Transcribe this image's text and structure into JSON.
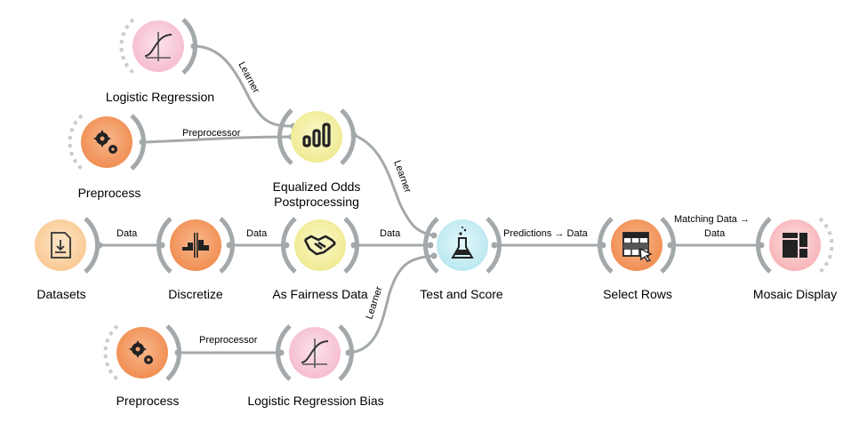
{
  "widgets": {
    "logistic_regression": {
      "label": "Logistic Regression",
      "icon": "logistic-curve-icon",
      "color": "#f7c9d6"
    },
    "preprocess_top": {
      "label": "Preprocess",
      "icon": "gears-icon",
      "color": "#f4a06b"
    },
    "equalized_odds": {
      "label": "Equalized Odds\nPostprocessing",
      "icon": "bar-chart-icon",
      "color": "#f3f0a8"
    },
    "datasets": {
      "label": "Datasets",
      "icon": "file-download-icon",
      "color": "#fcd3a4"
    },
    "discretize": {
      "label": "Discretize",
      "icon": "discretize-icon",
      "color": "#f4a06b"
    },
    "as_fairness_data": {
      "label": "As Fairness Data",
      "icon": "handshake-icon",
      "color": "#f3f0a8"
    },
    "test_and_score": {
      "label": "Test and Score",
      "icon": "flask-icon",
      "color": "#c8eef4"
    },
    "select_rows": {
      "label": "Select Rows",
      "icon": "select-rows-icon",
      "color": "#f4a06b"
    },
    "mosaic_display": {
      "label": "Mosaic Display",
      "icon": "mosaic-icon",
      "color": "#f9c6c8"
    },
    "preprocess_bottom": {
      "label": "Preprocess",
      "icon": "gears-icon",
      "color": "#f4a06b"
    },
    "logistic_regression_bias": {
      "label": "Logistic Regression Bias",
      "icon": "logistic-curve-icon",
      "color": "#f7c9d6"
    }
  },
  "links": {
    "lr_to_eo": "Learner",
    "pp_to_eo": "Preprocessor",
    "eo_to_ts": "Learner",
    "ds_to_disc": "Data",
    "disc_to_afd": "Data",
    "afd_to_ts": "Data",
    "ts_to_sr": "Predictions → Data",
    "sr_to_md_line1": "Matching Data →",
    "sr_to_md_line2": "Data",
    "pp_to_lrb": "Preprocessor",
    "lrb_to_ts": "Learner"
  }
}
